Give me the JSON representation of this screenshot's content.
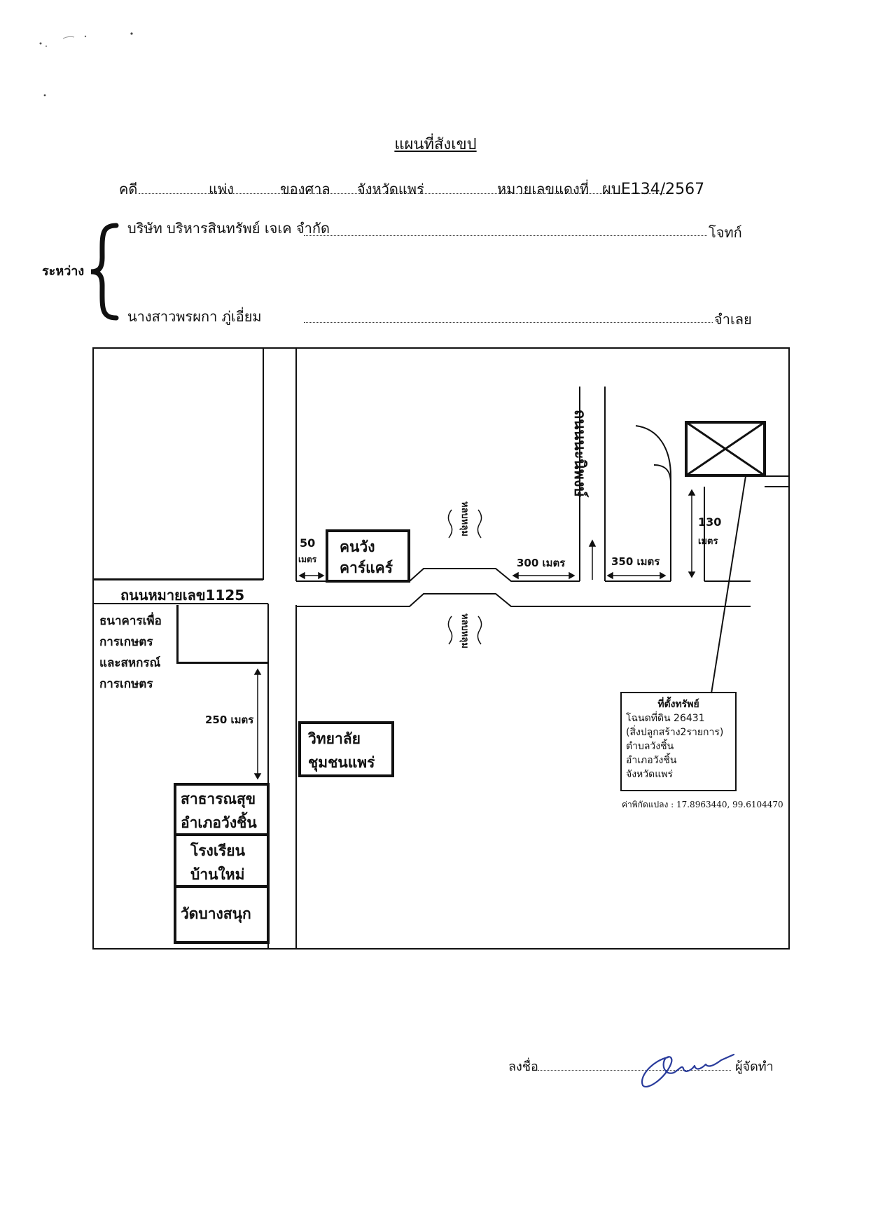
{
  "document": {
    "title": "แผนที่สังเขป",
    "case_row": {
      "case_label": "คดี",
      "case_type": "แพ่ง",
      "court_label": "ของศาล",
      "court_name": "จังหวัดแพร่",
      "red_number_label": "หมายเลขแดงที่",
      "red_number": "ผบE134/2567"
    },
    "parties": {
      "between_label": "ระหว่าง",
      "plaintiff_name": "บริษัท บริหารสินทรัพย์ เจเค จำกัด",
      "plaintiff_role": "โจทก์",
      "defendant_name": "นางสาวพรผกา ภู่เอี่ยม",
      "defendant_role": "จำเลย"
    },
    "signature": {
      "sign_label": "ลงชื่อ",
      "role": "ผู้จัดทำ"
    }
  },
  "map": {
    "road_name": "ถนนหมายเลข1125",
    "vertical_road": "ถนนนะนิพงษ์",
    "curve_label": "หลบหลุม",
    "distance_50_num": "50",
    "distance_50_unit": "เมตร",
    "distance_300": "300 เมตร",
    "distance_350": "350 เมตร",
    "distance_130_num": "130",
    "distance_130_unit": "เมตร",
    "distance_250": "250 เมตร",
    "landmarks": {
      "carcare_line1": "คนวัง",
      "carcare_line2": "คาร์แคร์",
      "bank_lines": [
        "ธนาคารเพื่อ",
        "การเกษตร",
        "และสหกรณ์",
        "การเกษตร"
      ],
      "college_line1": "วิทยาลัย",
      "college_line2": "ชุมชนแพร่",
      "health_line1": "สาธารณสุข",
      "health_line2": "อำเภอวังชิ้น",
      "school_line1": "โรงเรียน",
      "school_line2": "บ้านใหม่",
      "temple": "วัดบางสนุก"
    },
    "property_info": {
      "title": "ที่ตั้งทรัพย์",
      "deed": "โฉนดที่ดิน 26431",
      "buildings": "(สิ่งปลูกสร้าง2รายการ)",
      "subdistrict": "ตำบลวังชิ้น",
      "district": "อำเภอวังชิ้น",
      "province": "จังหวัดแพร่"
    },
    "coordinates": "ค่าพิกัดแปลง : 17.8963440, 99.6104470"
  }
}
